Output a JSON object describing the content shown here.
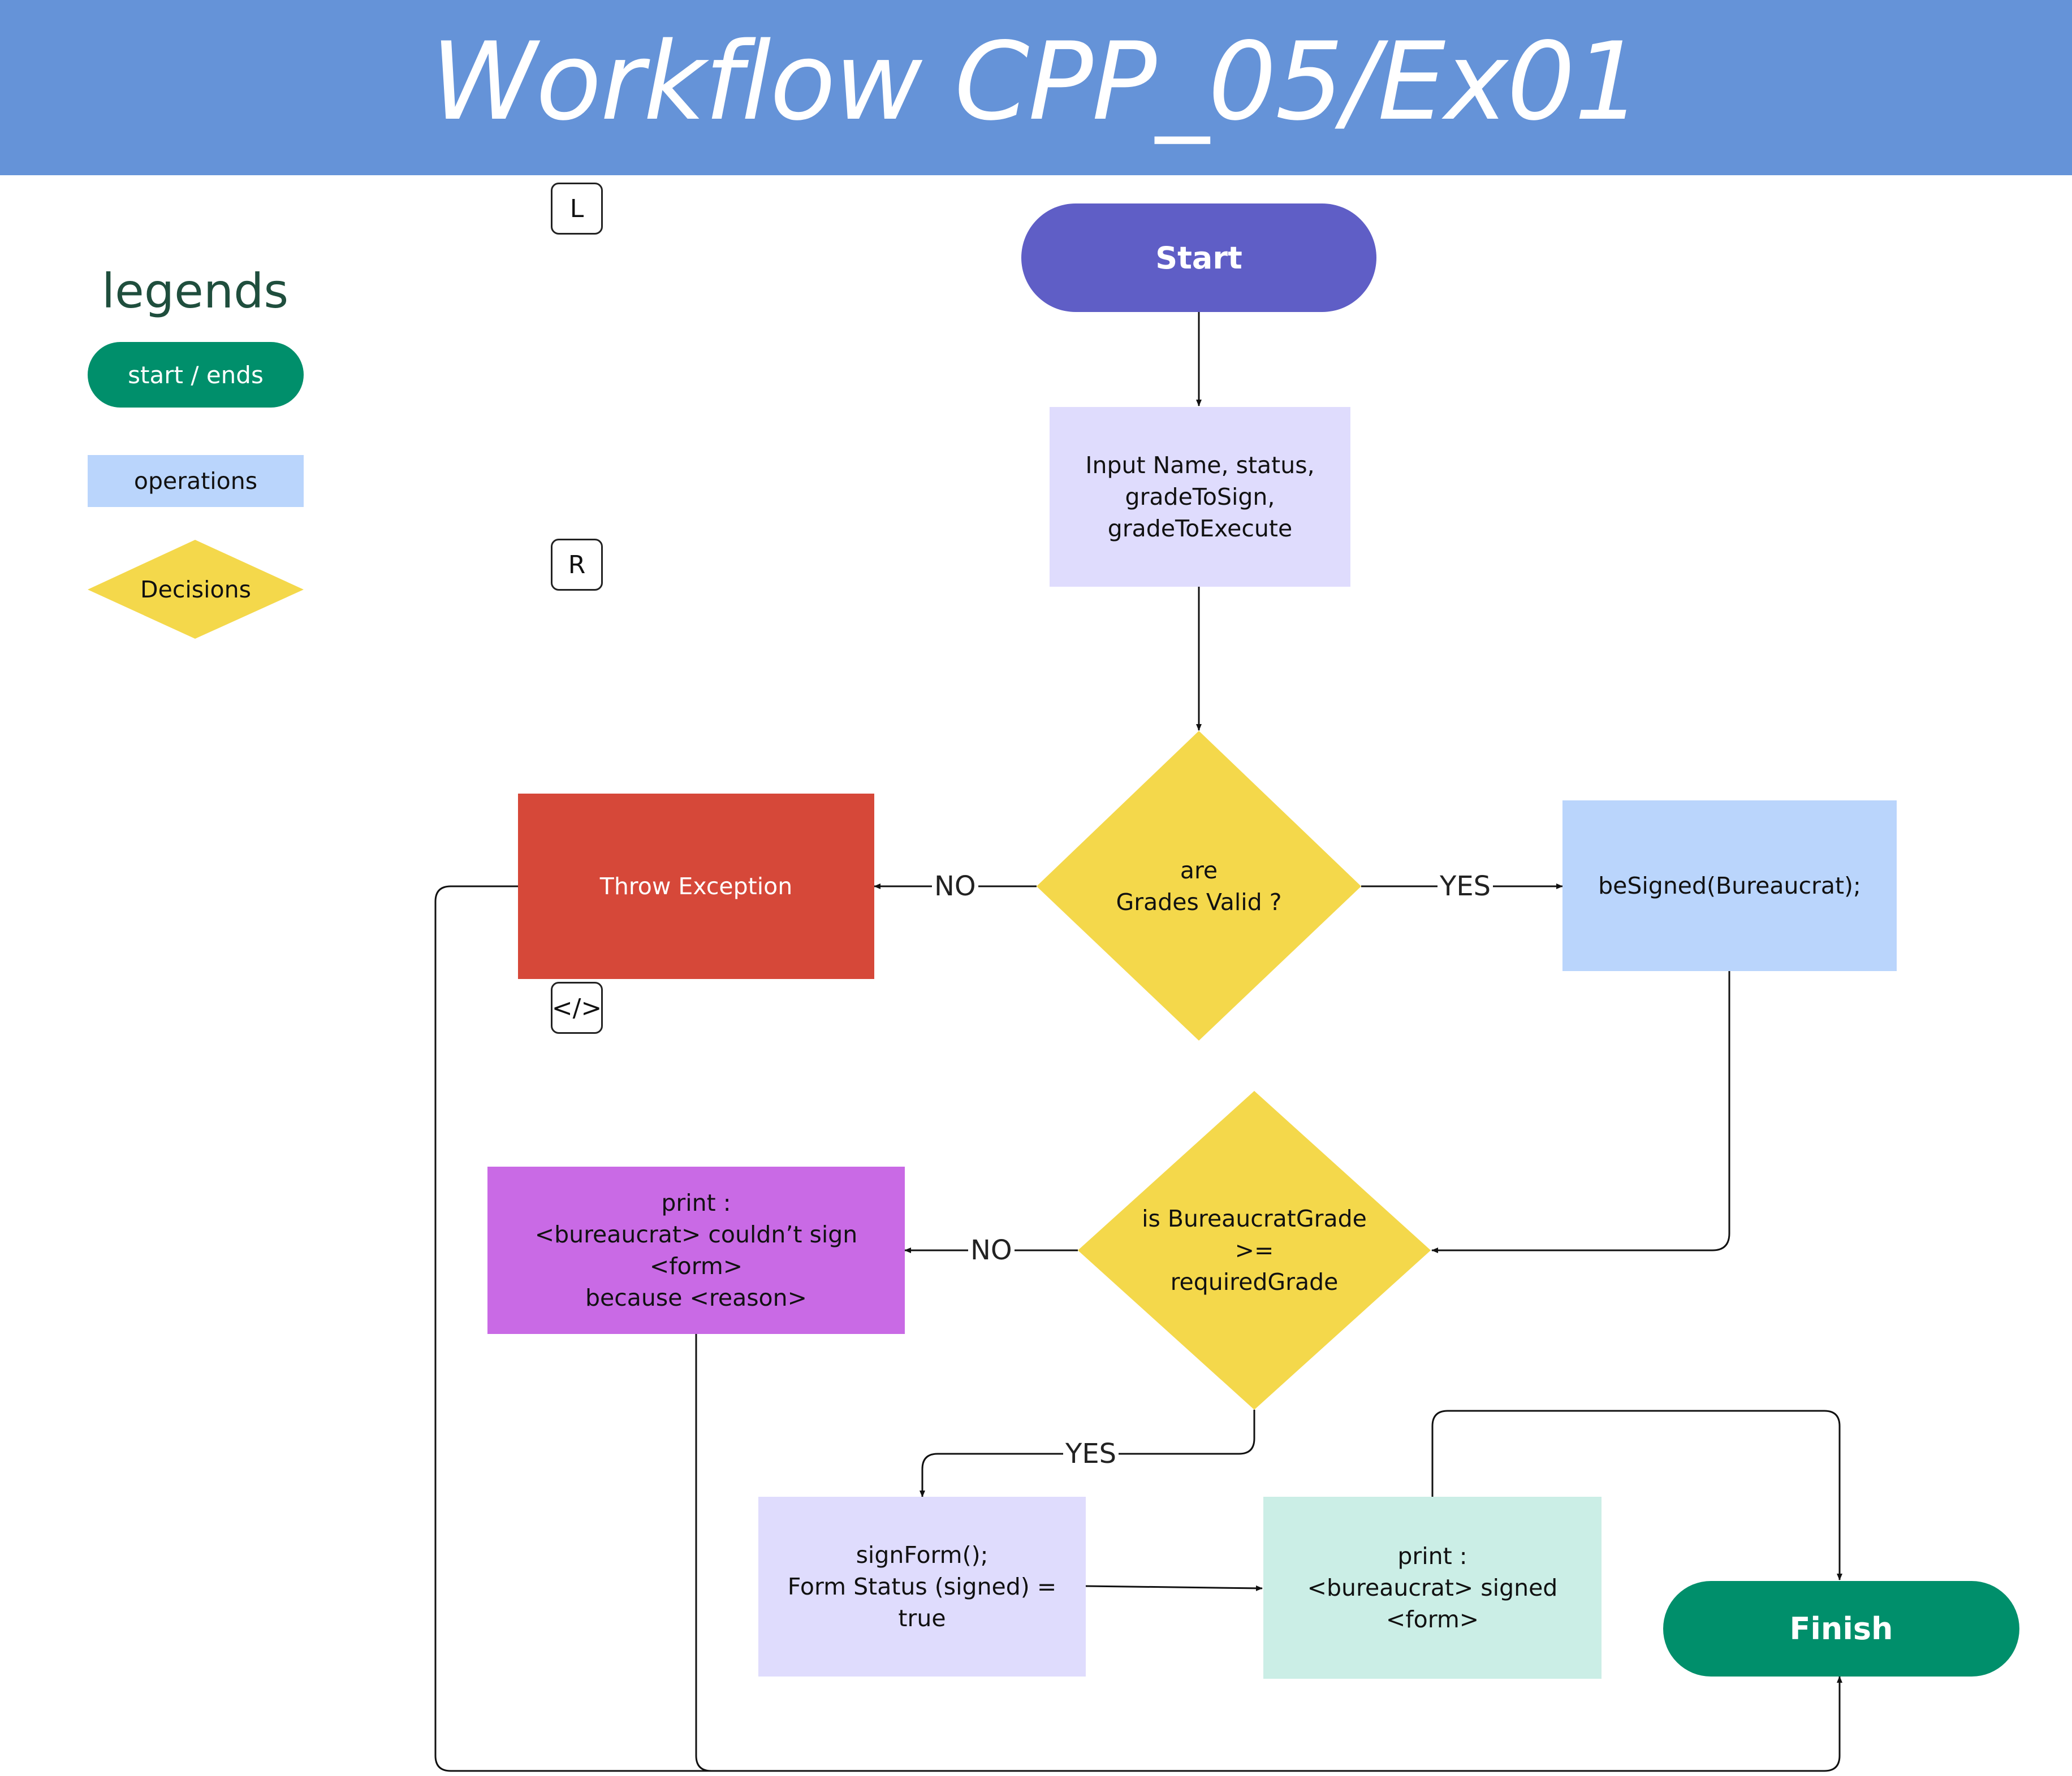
{
  "title": "Workflow CPP_05/Ex01",
  "legend": {
    "title": "legends",
    "start_ends": "start / ends",
    "operations": "operations",
    "decisions": "Decisions"
  },
  "keys": {
    "l": "L",
    "r": "R",
    "code": "</>"
  },
  "nodes": {
    "start": "Start",
    "input": "Input Name, status,\ngradeToSign,\ngradeToExecute",
    "grades_valid": "are\nGrades Valid ?",
    "throw": "Throw Exception",
    "be_signed": "beSigned(Bureaucrat);",
    "grade_check": "is BureaucratGrade\n>=\nrequiredGrade",
    "print_fail": "print :\n<bureaucrat> couldn’t sign <form>\nbecause <reason>",
    "sign_form": "signForm();\nForm Status (signed) = true",
    "print_ok": "print :\n<bureaucrat> signed <form>",
    "finish": "Finish"
  },
  "edges": {
    "no_1": "NO",
    "yes_1": "YES",
    "no_2": "NO",
    "yes_2": "YES"
  },
  "colors": {
    "header": "#6593d8",
    "start": "#5f5ec6",
    "green": "#008f6b",
    "operation": "#bad5fc",
    "decision": "#f4d84b",
    "input_box": "#dfdcfd",
    "throw": "#d64839",
    "print_fail": "#c96ae5",
    "print_ok": "#cbeee6"
  }
}
